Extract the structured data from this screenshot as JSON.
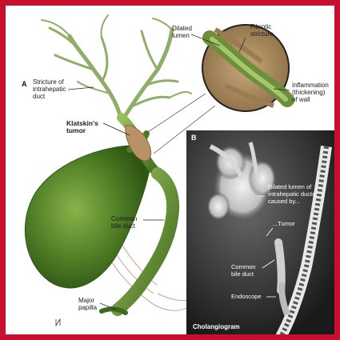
{
  "panel_a": {
    "letter": "A",
    "labels": {
      "stricture": "Stricture of\nintrahepatic\nduct",
      "dilated_lumen": "Dilated\nlumen",
      "fibrotic_stricture": "Fibrotic\nstricture",
      "inflammation": "Inflammation\n(thickening)\nof wall",
      "klatskin": "Klatskin's\ntumor",
      "common_bile_duct": "Common\nbile duct",
      "major_papilla": "Major\npapilla"
    }
  },
  "panel_b": {
    "letter": "B",
    "labels": {
      "dilated_lumen": "Dilated lumen of\nintrahepatic ducts\ncaused by...",
      "tumor": "...Tumor",
      "common_bile_duct": "Common\nbile duct",
      "endoscope": "Endoscope",
      "caption": "Cholangiogram"
    }
  },
  "colors": {
    "frame": "#c8102e",
    "organ_green": "#5b8a2e",
    "duct_green": "#6f9a3a",
    "tan": "#b8946a",
    "xray_bg": "#1b1b1b"
  },
  "icons": [
    "netter-signature-mark"
  ]
}
